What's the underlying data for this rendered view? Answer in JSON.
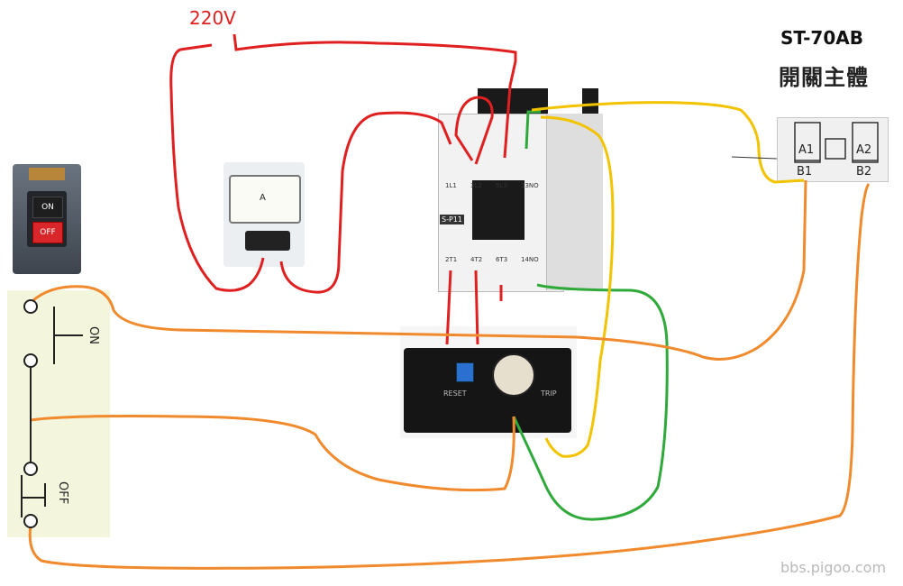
{
  "labels": {
    "supply_voltage": "220V",
    "device_model": "ST-70AB",
    "device_name": "開關主體",
    "watermark": "bbs.pigoo.com"
  },
  "push_button_photo": {
    "on_label": "ON",
    "off_label": "OFF"
  },
  "switch_schematic": {
    "on_label": "ON",
    "off_label": "OFF"
  },
  "contactor": {
    "model_label": "S-P11",
    "top_terminals": [
      "1L1",
      "3L2",
      "5L3",
      "13NO"
    ],
    "bottom_terminals": [
      "2T1",
      "4T2",
      "6T3",
      "14NO"
    ]
  },
  "main_body": {
    "terminals": [
      "A1",
      "A2",
      "B1",
      "B2"
    ]
  },
  "ammeter": {
    "unit": "A"
  },
  "overload_relay": {
    "reset_label": "RESET",
    "trip_label": "TRIP"
  },
  "colors": {
    "red_wire": "#e02020",
    "orange_wire": "#f08a2c",
    "green_wire": "#2faa3a",
    "yellow_wire": "#f2c300",
    "label_red": "#e02020",
    "schematic_bg": "#f3f5dc"
  }
}
